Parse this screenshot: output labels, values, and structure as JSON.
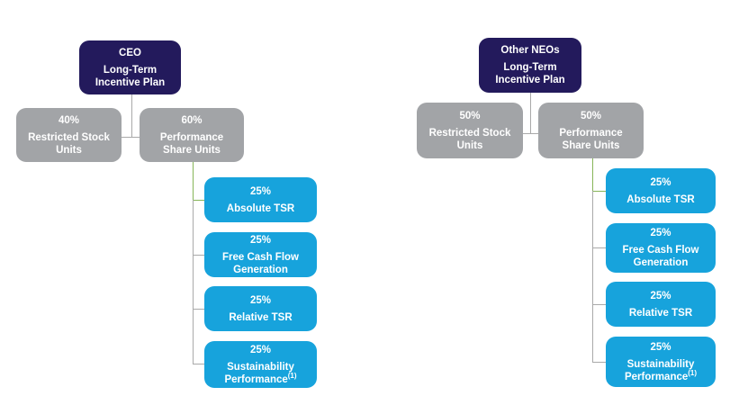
{
  "colors": {
    "navy": "#231a5c",
    "blue": "#17a3dc",
    "graybox": "#a2a4a7",
    "greenline": "#86b558",
    "grayline": "#a9a9a9",
    "boxtext": "#ffffff",
    "background": "#ffffff"
  },
  "diagrams": [
    {
      "root": {
        "title": "CEO",
        "subtitle_lines": [
          "Long-Term",
          "Incentive Plan"
        ]
      },
      "children": [
        {
          "pct": "40%",
          "lines": [
            "Restricted Stock",
            "Units"
          ]
        },
        {
          "pct": "60%",
          "lines": [
            "Performance",
            "Share Units"
          ]
        }
      ],
      "metrics": [
        {
          "pct": "25%",
          "lines": [
            "Absolute TSR"
          ]
        },
        {
          "pct": "25%",
          "lines": [
            "Free Cash Flow",
            "Generation"
          ]
        },
        {
          "pct": "25%",
          "lines": [
            "Relative TSR"
          ]
        },
        {
          "pct": "25%",
          "lines": [
            "Sustainability",
            "Performance"
          ],
          "footnote": "(1)"
        }
      ]
    },
    {
      "root": {
        "title": "Other NEOs",
        "subtitle_lines": [
          "Long-Term",
          "Incentive Plan"
        ]
      },
      "children": [
        {
          "pct": "50%",
          "lines": [
            "Restricted Stock",
            "Units"
          ]
        },
        {
          "pct": "50%",
          "lines": [
            "Performance",
            "Share Units"
          ]
        }
      ],
      "metrics": [
        {
          "pct": "25%",
          "lines": [
            "Absolute TSR"
          ]
        },
        {
          "pct": "25%",
          "lines": [
            "Free Cash Flow",
            "Generation"
          ]
        },
        {
          "pct": "25%",
          "lines": [
            "Relative TSR"
          ]
        },
        {
          "pct": "25%",
          "lines": [
            "Sustainability",
            "Performance"
          ],
          "footnote": "(1)"
        }
      ]
    }
  ]
}
